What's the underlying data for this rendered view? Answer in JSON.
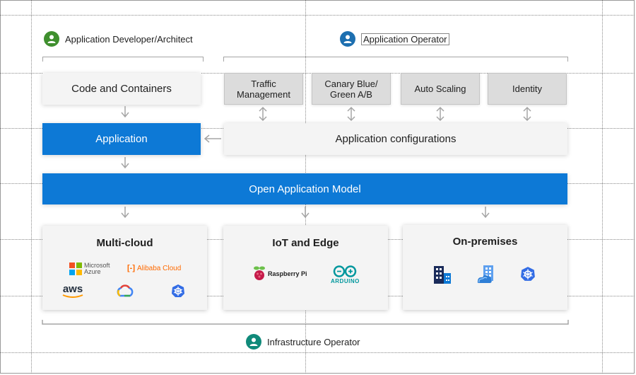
{
  "roles": {
    "developer": "Application Developer/Architect",
    "operator": "Application Operator",
    "infrastructure": "Infrastructure Operator"
  },
  "boxes": {
    "code_containers": "Code and Containers",
    "traffic": "Traffic Management",
    "canary": "Canary Blue/ Green A/B",
    "autoscaling": "Auto Scaling",
    "identity": "Identity",
    "application": "Application",
    "app_config": "Application configurations",
    "oam": "Open Application Model"
  },
  "panels": {
    "multicloud": {
      "title": "Multi-cloud",
      "logos": [
        "Microsoft Azure",
        "Alibaba Cloud",
        "aws",
        "google-cloud-icon",
        "kubernetes-icon"
      ]
    },
    "iot": {
      "title": "IoT and Edge",
      "logos": [
        "Raspberry Pi",
        "ARDUINO"
      ]
    },
    "onprem": {
      "title": "On-premises",
      "logos": [
        "building-icon",
        "azure-stack-icon",
        "kubernetes-icon"
      ]
    }
  },
  "logo_text": {
    "ms_line1": "Microsoft",
    "ms_line2": "Azure",
    "alibaba": "Alibaba Cloud",
    "aws": "aws",
    "raspberry": "Raspberry Pi",
    "arduino": "ARDUINO"
  },
  "colors": {
    "primary_blue": "#0d79d6",
    "developer_avatar": "#3f8f2e",
    "operator_avatar": "#1d6fb0",
    "infra_avatar": "#108a7a"
  }
}
